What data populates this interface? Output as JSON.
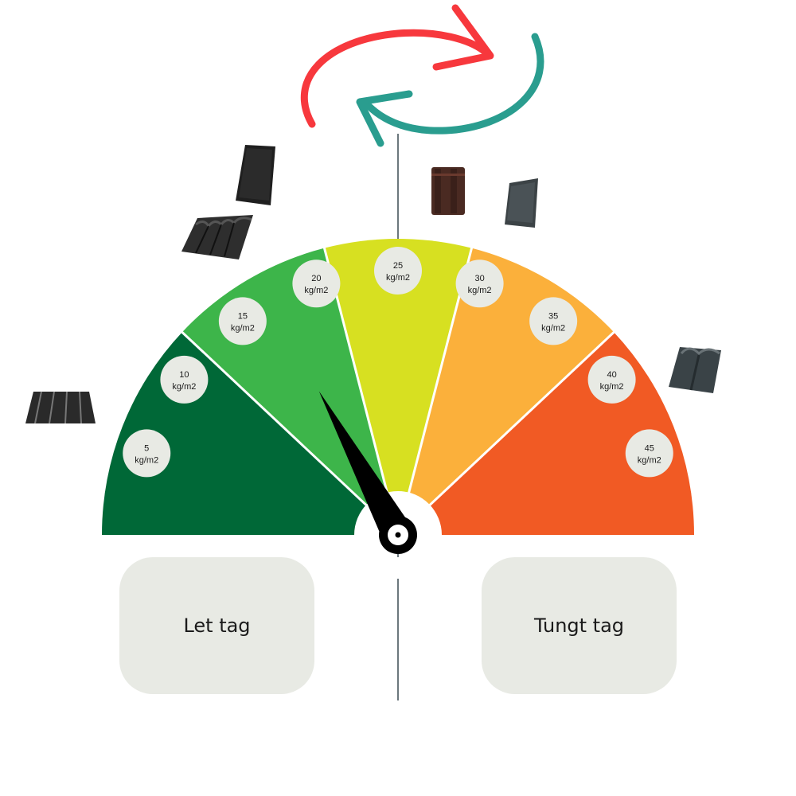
{
  "colors": {
    "background": "#ffffff",
    "segments": [
      "#006837",
      "#3db54a",
      "#d7e021",
      "#fbb03b",
      "#f15a24"
    ],
    "marker_bg": "#e8eae4",
    "needle": "#000000",
    "axis_line": "#3a4a52",
    "arrow_red": "#f7383d",
    "arrow_teal": "#2a9d8f",
    "box_bg": "#e8eae4"
  },
  "gauge": {
    "type": "gauge",
    "unit": "kg/m2",
    "range": [
      0,
      50
    ],
    "needle_value": 17,
    "segment_boundaries": [
      0,
      12,
      21,
      29,
      38,
      50
    ],
    "markers": [
      {
        "value": "5",
        "unit": "kg/m2"
      },
      {
        "value": "10",
        "unit": "kg/m2"
      },
      {
        "value": "15",
        "unit": "kg/m2"
      },
      {
        "value": "20",
        "unit": "kg/m2"
      },
      {
        "value": "25",
        "unit": "kg/m2"
      },
      {
        "value": "30",
        "unit": "kg/m2"
      },
      {
        "value": "35",
        "unit": "kg/m2"
      },
      {
        "value": "40",
        "unit": "kg/m2"
      },
      {
        "value": "45",
        "unit": "kg/m2"
      }
    ]
  },
  "labels": {
    "light_roof": "Let tag",
    "heavy_roof": "Tungt tag"
  },
  "icons": [
    "standing-seam-metal-roof-icon",
    "corrugated-roof-sheet-icon",
    "flat-solar-panel-tile-icon",
    "clay-roof-tile-icon",
    "slate-tile-icon",
    "concrete-roof-tile-icon",
    "rotate-arrows-icon"
  ]
}
